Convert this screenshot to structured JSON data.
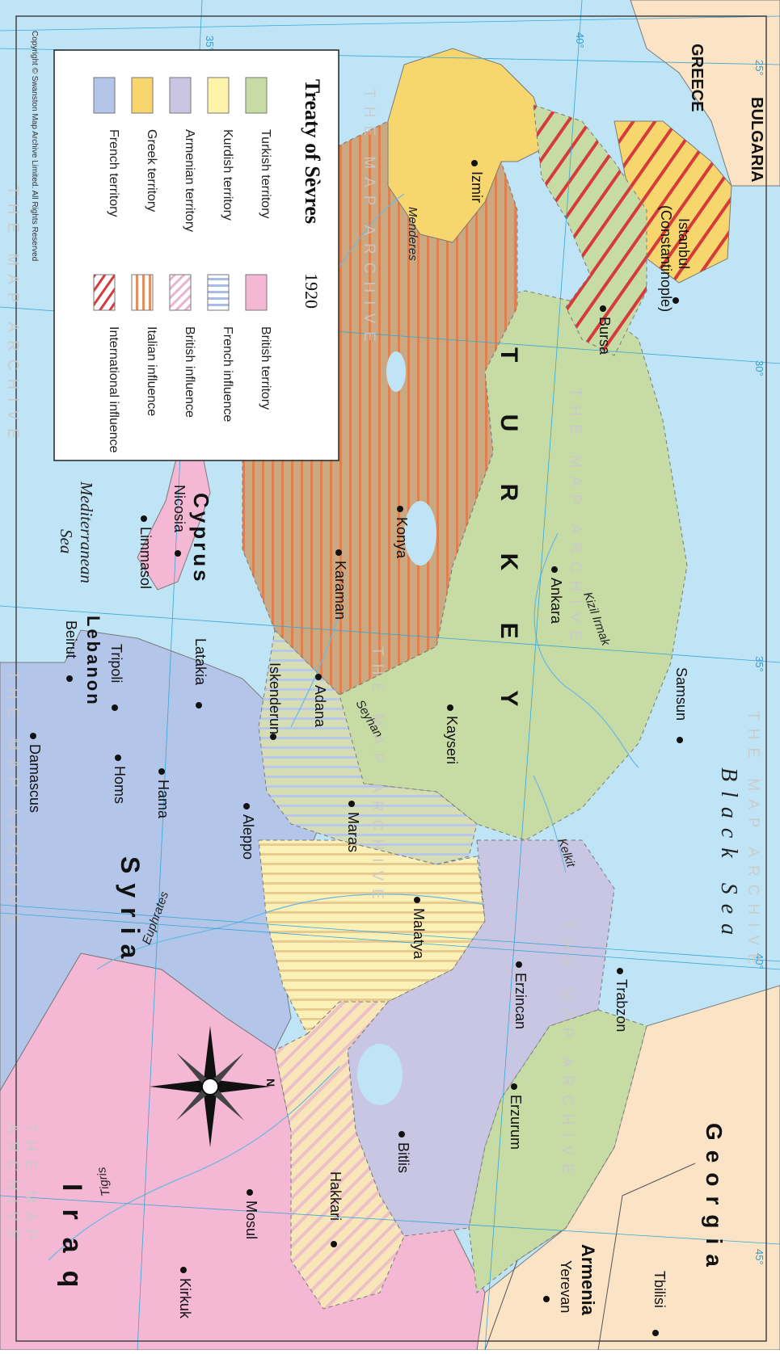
{
  "legend": {
    "title": "Treaty of Sèvres",
    "year": "1920",
    "items_left": [
      {
        "label": "Turkish territory",
        "color": "#c7dca5"
      },
      {
        "label": "Kurdish territory",
        "color": "#fdf3a8"
      },
      {
        "label": "Armenian territory",
        "color": "#c9c6e4"
      },
      {
        "label": "Greek territory",
        "color": "#f8d66e"
      },
      {
        "label": "French territory",
        "color": "#b3c6ea"
      }
    ],
    "items_right": [
      {
        "label": "British territory",
        "color": "#f4b8d4"
      },
      {
        "label": "French influence",
        "color": "#a7bde8"
      },
      {
        "label": "British influence",
        "color": "#e9b4cf"
      },
      {
        "label": "Italian influence",
        "color": "#e88d5c"
      },
      {
        "label": "International influence",
        "color": "#d63a3a"
      }
    ]
  },
  "copyright": "Copyright © Swanston Map Archive Limited. All Rights Reserved",
  "watermark": "THE MAP ARCHIVE",
  "graticule": {
    "lat_labels": [
      "35°",
      "40°"
    ],
    "lon_labels": [
      "25°",
      "30°",
      "35°",
      "40°",
      "45°"
    ]
  },
  "country_labels": {
    "turkey": "T U R K E Y",
    "syria": "Syria",
    "iraq": "Iraq",
    "cyprus": "Cyprus",
    "lebanon": "Lebanon",
    "georgia": "Georgia",
    "armenia": "Armenia",
    "greece": "GREECE",
    "bulgaria": "BULGARIA"
  },
  "seas": {
    "black_sea": "Black Sea",
    "mediterranean_1": "Mediterranean",
    "mediterranean_2": "Sea"
  },
  "rivers": {
    "menderes": "Menderes",
    "kizil_irmak": "Kizil Irmak",
    "seyhan": "Seyhan",
    "kelkit": "Kelkit",
    "euphrates": "Euphrates",
    "tigris": "Tigris"
  },
  "cities": {
    "istanbul_1": "Istanbul",
    "istanbul_2": "(Constantinople)",
    "izmir": "Izmir",
    "bursa": "Bursa",
    "ankara": "Ankara",
    "konya": "Konya",
    "karaman": "Karaman",
    "adana": "Adana",
    "kayseri": "Kayseri",
    "samsun": "Samsun",
    "iskenderun": "Iskenderun",
    "latakia": "Latakia",
    "tripoli": "Tripoli",
    "beirut": "Beirut",
    "homs": "Homs",
    "hama": "Hama",
    "damascus": "Damascus",
    "aleppo": "Aleppo",
    "maras": "Maras",
    "malatya": "Malatya",
    "erzincan": "Erzincan",
    "trabzon": "Trabzon",
    "erzurum": "Erzurum",
    "bitlis": "Bitlis",
    "hakkari": "Hakkari",
    "mosul": "Mosul",
    "kirkuk": "Kirkuk",
    "yerevan": "Yerevan",
    "tbilisi": "Tbilisi",
    "nicosia": "Nicosia",
    "limassol": "Limmasol"
  },
  "compass": {
    "north": "N"
  }
}
